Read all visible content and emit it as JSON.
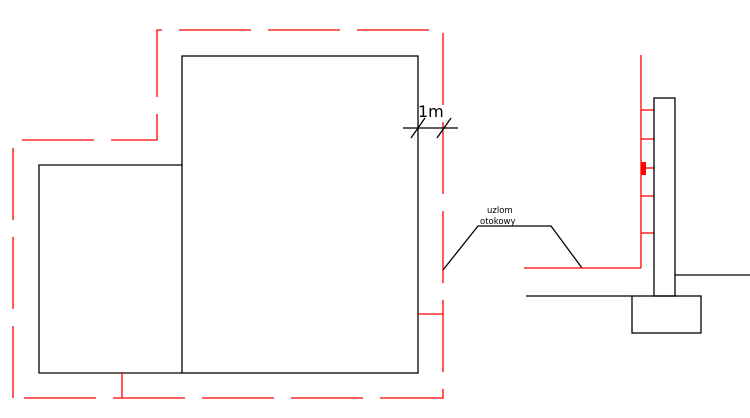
{
  "drawing": {
    "dimension_label": "1m",
    "electrode_label_line1": "uzlom",
    "electrode_label_line2": "otokowy"
  },
  "colors": {
    "grounding": "#ff0000",
    "structure": "#000000"
  }
}
